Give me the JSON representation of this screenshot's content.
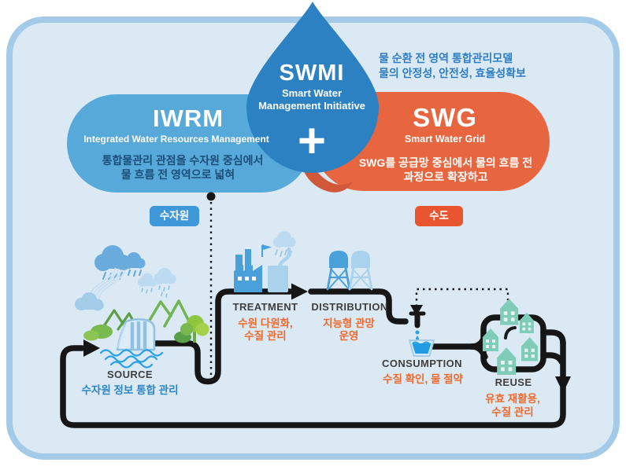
{
  "swmi": {
    "title": "SWMI",
    "subtitle_line1": "Smart Water",
    "subtitle_line2": "Management Initiative"
  },
  "benefit": {
    "line1": "물 순환 전 영역 통합관리모델",
    "line2": "물의 안정성, 안전성, 효율성확보"
  },
  "iwrm": {
    "title": "IWRM",
    "subtitle": "Integrated Water Resources Management",
    "desc_line1": "통합물관리 관점을 수자원 중심에서",
    "desc_line2": "물 흐름 전 영역으로 넓혀",
    "badge": "수자원"
  },
  "swg": {
    "title": "SWG",
    "subtitle": "Smart Water Grid",
    "desc_line1": "SWG를 공급망 중심에서 물의 흐름 전",
    "desc_line2": "과정으로 확장하고",
    "badge": "수도"
  },
  "plus_sign": "+",
  "stages": [
    {
      "label": "SOURCE",
      "desc_line1": "수자원 정보 통합 관리",
      "desc_line2": ""
    },
    {
      "label": "TREATMENT",
      "desc_line1": "수원 다원화,",
      "desc_line2": "수질 관리"
    },
    {
      "label": "DISTRIBUTION",
      "desc_line1": "지능형 관망",
      "desc_line2": "운영"
    },
    {
      "label": "CONSUMPTION",
      "desc_line1": "수질 확인, 물 절약",
      "desc_line2": ""
    },
    {
      "label": "REUSE",
      "desc_line1": "유효 재활용,",
      "desc_line2": "수질 관리"
    }
  ],
  "colors": {
    "drop_blue": "#2b81c1",
    "iwrm_blue": "#57a9d9",
    "swg_orange": "#e8663f",
    "overlap_orange": "#d2583a",
    "badge_blue": "#3e97d8",
    "badge_orange": "#e8552e",
    "flow_black": "#161616",
    "korean_blue": "#2d86c5",
    "korean_orange": "#ee6a2e",
    "panel_border": "#a3cbe9",
    "panel_bg": "#dbe9f4"
  }
}
